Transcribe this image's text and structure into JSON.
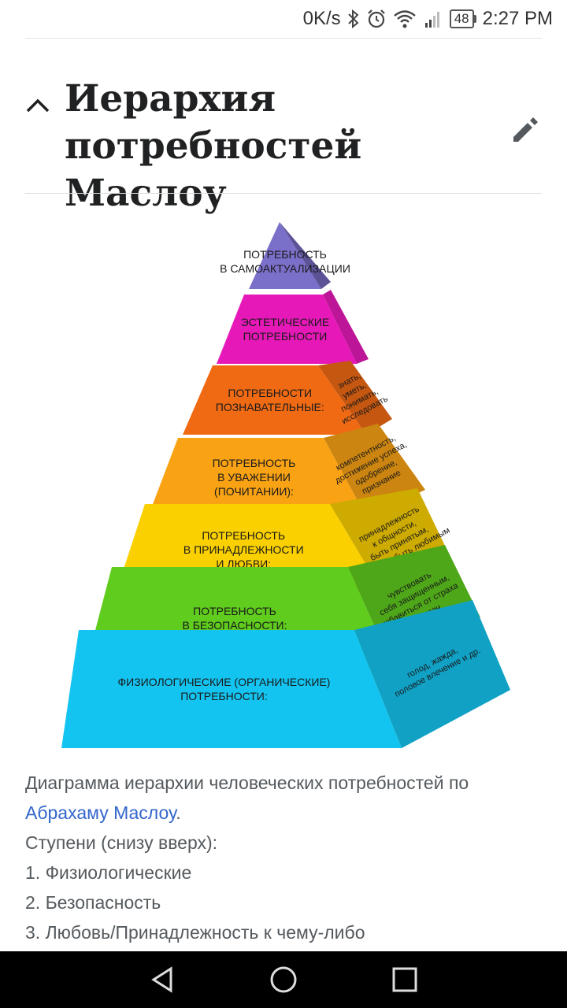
{
  "status_bar": {
    "net_speed": "0K/s",
    "battery": "48",
    "time": "2:27 PM",
    "icons": [
      "bluetooth-icon",
      "alarm-icon",
      "wifi-icon",
      "signal-icon",
      "battery-icon"
    ]
  },
  "section": {
    "title": "Иерархия потребностей Маслоу",
    "collapse_icon": "chevron-up-icon",
    "edit_icon": "pencil-icon"
  },
  "figure": {
    "levels": [
      {
        "main": [
          "ПОТРЕБНОСТЬ",
          "В САМОАКТУАЛИЗАЦИИ"
        ],
        "side": [],
        "color": "#7a6fc9"
      },
      {
        "main": [
          "ЭСТЕТИЧЕСКИЕ",
          "ПОТРЕБНОСТИ"
        ],
        "side": [],
        "color": "#e619b8"
      },
      {
        "main": [
          "ПОТРЕБНОСТИ",
          "ПОЗНАВАТЕЛЬНЫЕ:"
        ],
        "side": [
          "знать,",
          "уметь,",
          "понимать,",
          "исследовать"
        ],
        "color": "#f06a14"
      },
      {
        "main": [
          "ПОТРЕБНОСТЬ",
          "В УВАЖЕНИИ",
          "(ПОЧИТАНИИ):"
        ],
        "side": [
          "компетентность,",
          "достижение успеха,",
          "одобрение,",
          "признание"
        ],
        "color": "#f9a214"
      },
      {
        "main": [
          "ПОТРЕБНОСТЬ",
          "В ПРИНАДЛЕЖНОСТИ",
          "И ЛЮБВИ:"
        ],
        "side": [
          "принадлежность",
          "к общности,",
          "быть принятым,",
          "любить и быть любимым"
        ],
        "color": "#fad000"
      },
      {
        "main": [
          "ПОТРЕБНОСТЬ",
          "В БЕЗОПАСНОСТИ:"
        ],
        "side": [
          "чувствовать",
          "себя защищенным,",
          "избавиться от страха",
          "и неудач"
        ],
        "color": "#5fcc1e"
      },
      {
        "main": [
          "ФИЗИОЛОГИЧЕСКИЕ (ОРГАНИЧЕСКИЕ)",
          "ПОТРЕБНОСТИ:"
        ],
        "side": [
          "голод, жажда,",
          "половое влечение и др."
        ],
        "color": "#14c4f0"
      }
    ]
  },
  "caption": {
    "line1_prefix": "Диаграмма иерархии человеческих потребностей по ",
    "link": "Абрахаму Маслоу",
    "line1_suffix": ".",
    "steps_heading": "Ступени (снизу вверх):",
    "steps": [
      "1. Физиологические",
      "2. Безопасность",
      "3. Любовь/Принадлежность к чему-либо"
    ]
  },
  "nav_bar": {
    "back_icon": "back-triangle-icon",
    "home_icon": "home-circle-icon",
    "recents_icon": "recents-square-icon"
  }
}
